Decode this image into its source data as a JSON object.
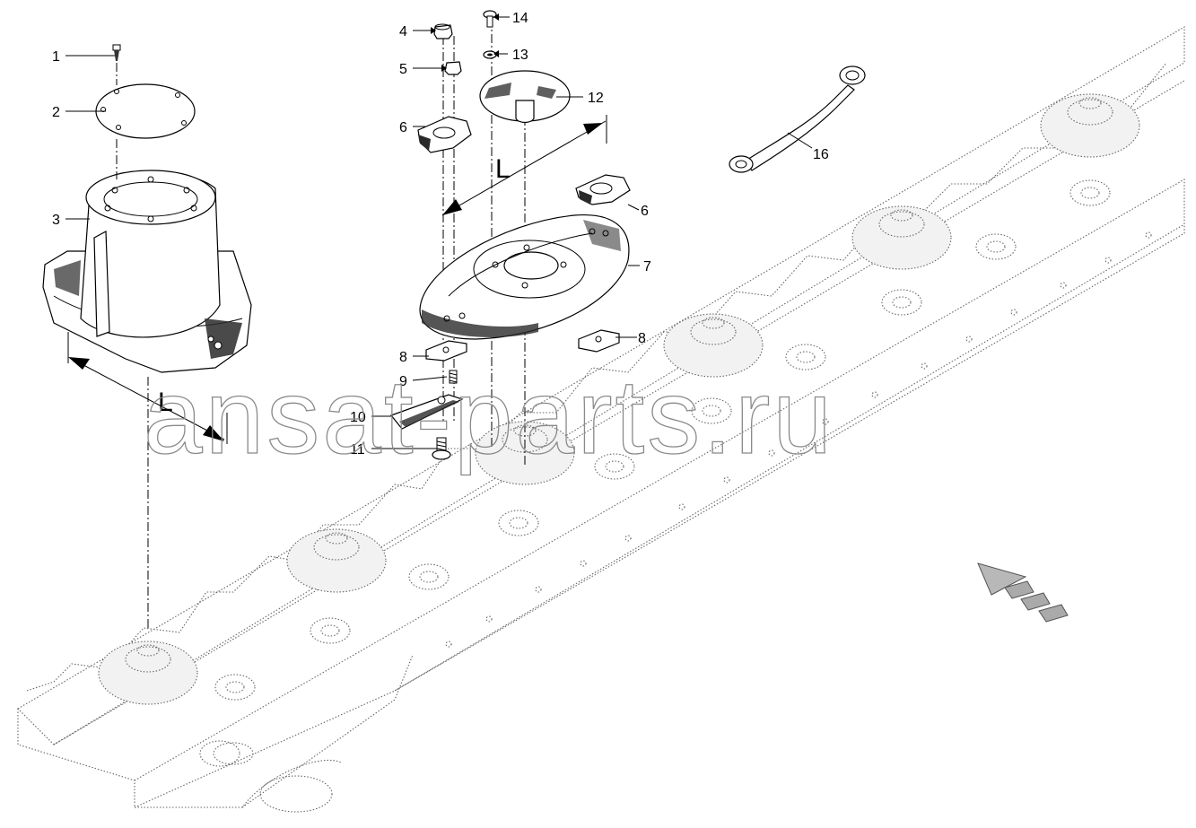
{
  "watermark": "ansat-parts.ru",
  "dimension_label": "L",
  "callouts": [
    {
      "n": "1"
    },
    {
      "n": "2"
    },
    {
      "n": "3"
    },
    {
      "n": "4"
    },
    {
      "n": "5"
    },
    {
      "n": "6"
    },
    {
      "n": "6"
    },
    {
      "n": "7"
    },
    {
      "n": "8"
    },
    {
      "n": "8"
    },
    {
      "n": "9"
    },
    {
      "n": "10"
    },
    {
      "n": "11"
    },
    {
      "n": "12"
    },
    {
      "n": "13"
    },
    {
      "n": "14"
    },
    {
      "n": "16"
    }
  ]
}
